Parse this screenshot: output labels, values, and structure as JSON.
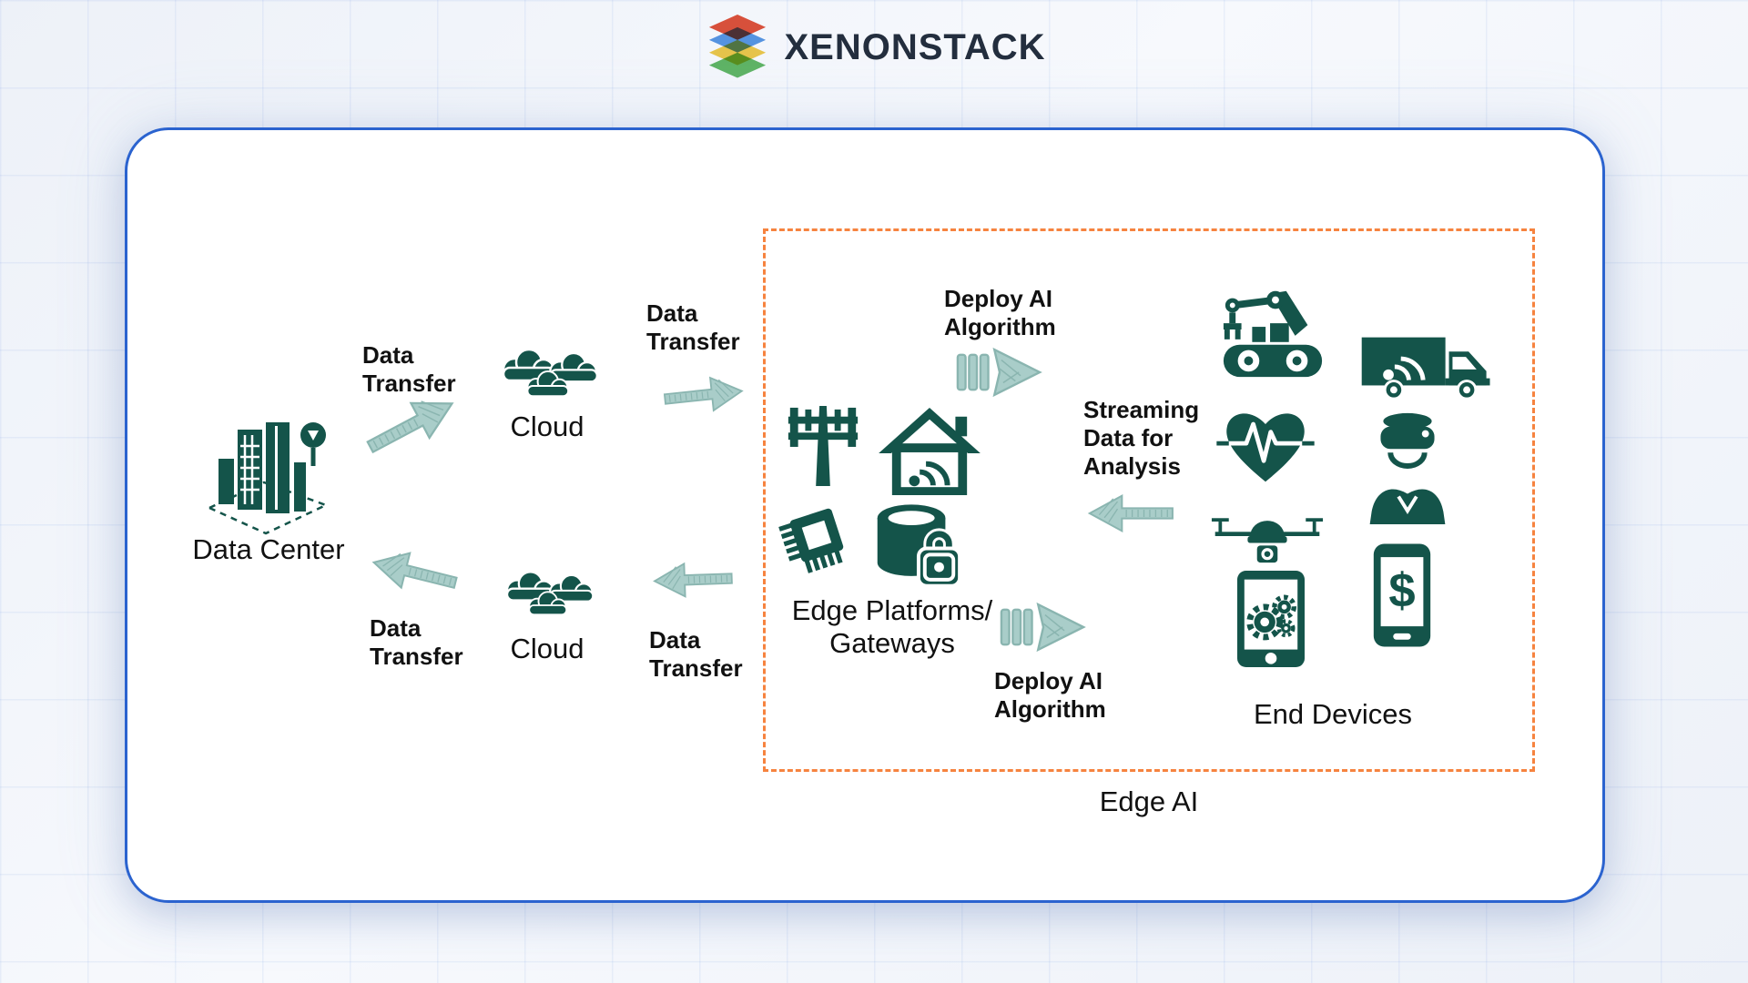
{
  "brand": {
    "name": "XENONSTACK"
  },
  "colors": {
    "teal-dark": "#14544a",
    "teal-mid": "#8ab5b0",
    "teal-light": "#a9cdc9",
    "orange": "#f6833f",
    "blue": "#2b63cf",
    "ink": "#111111",
    "navy": "#232e3e",
    "logo-red": "#e0442b",
    "logo-blue": "#4b8fe2",
    "logo-yellow": "#f0c63c",
    "logo-green": "#55b45a"
  },
  "nodes": {
    "data_center": "Data Center",
    "cloud_top": "Cloud",
    "cloud_bottom": "Cloud",
    "edge_platforms": "Edge Platforms/\nGateways",
    "end_devices": "End Devices",
    "edge_ai": "Edge AI"
  },
  "flows": {
    "transfer_top_left": "Data\nTransfer",
    "transfer_top_mid": "Data\nTransfer",
    "transfer_bottom_left": "Data\nTransfer",
    "transfer_bottom_mid": "Data\nTransfer",
    "deploy_top": "Deploy AI\nAlgorithm",
    "deploy_bottom": "Deploy AI\nAlgorithm",
    "streaming": "Streaming\nData for\nAnalysis"
  },
  "misc": {
    "dollar": "$"
  },
  "icons": {
    "logo": "stacked-layers-logo",
    "data_center": "building-with-location-pin-icon",
    "cloud": "cloud-cluster-icon",
    "transfer_arrow": "hand-drawn-arrow-icon",
    "deploy_arrow": "segmented-arrow-icon",
    "cell_tower": "cell-tower-icon",
    "smart_home": "smart-home-wifi-icon",
    "microchip": "microchip-icon",
    "database_lock": "secure-database-icon",
    "robotic_arm": "robotic-arm-conveyor-icon",
    "truck": "connected-truck-icon",
    "health": "heart-ekg-icon",
    "vr": "vr-headset-person-icon",
    "drone": "drone-icon",
    "tablet": "tablet-gears-icon",
    "phone": "mobile-payment-icon"
  }
}
